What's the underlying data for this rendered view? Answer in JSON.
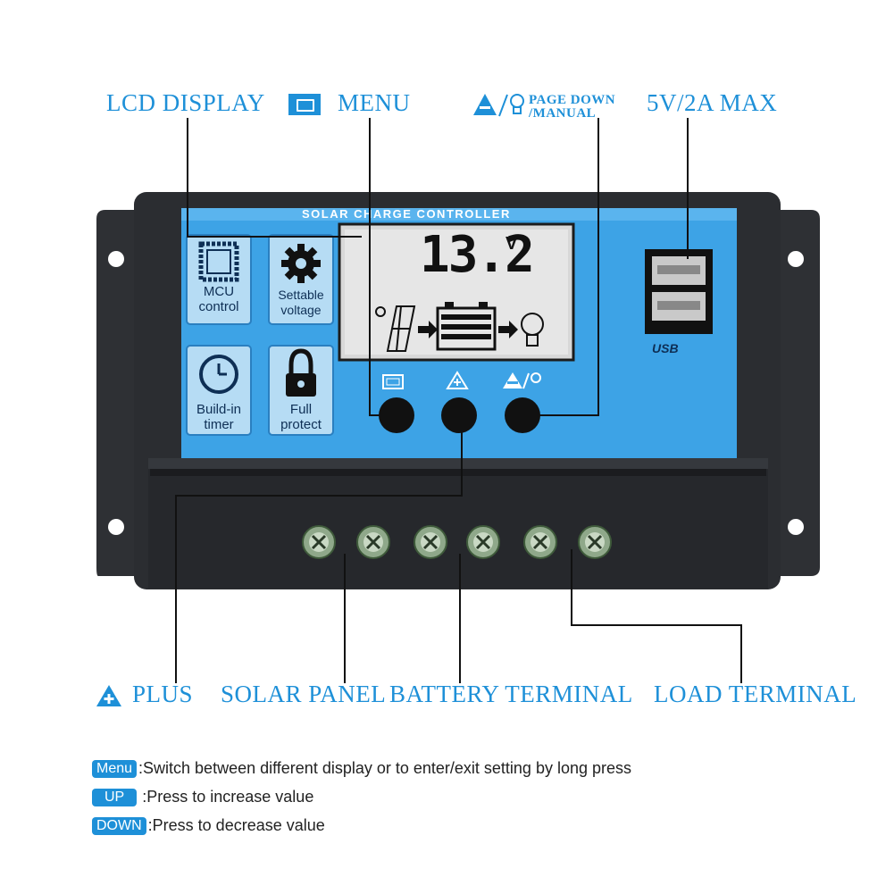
{
  "callouts": {
    "lcd_display": "LCD DISPLAY",
    "menu": "MENU",
    "page_down": "PAGE DOWN",
    "manual": "/MANUAL",
    "usb_max": "5V/2A MAX",
    "plus": "PLUS",
    "solar_panel": "SOLAR PANEL",
    "battery_terminal": "BATTERY TERMINAL",
    "load_terminal": "LOAD TERMINAL"
  },
  "device": {
    "title": "SOLAR CHARGE CONTROLLER",
    "lcd_voltage": "13.2",
    "lcd_unit": "V",
    "features": [
      {
        "line1": "MCU",
        "line2": "control",
        "icon": "chip-icon"
      },
      {
        "line1": "Settable",
        "line2": "voltage",
        "icon": "gear-icon"
      },
      {
        "line1": "Build-in",
        "line2": "timer",
        "icon": "clock-icon"
      },
      {
        "line1": "Full",
        "line2": "protect",
        "icon": "lock-icon"
      }
    ],
    "usb_label": "USB"
  },
  "legend": [
    {
      "key": "Menu",
      "text": ":Switch between different display or to enter/exit setting by long press"
    },
    {
      "key": "UP",
      "text": ":Press to increase value"
    },
    {
      "key": "DOWN",
      "text": ":Press to decrease value"
    }
  ],
  "colors": {
    "accent": "#1e90d8",
    "panel_blue": "#3da3e6",
    "housing": "#2b2d31",
    "lcd_bg": "#dcdcdc"
  }
}
